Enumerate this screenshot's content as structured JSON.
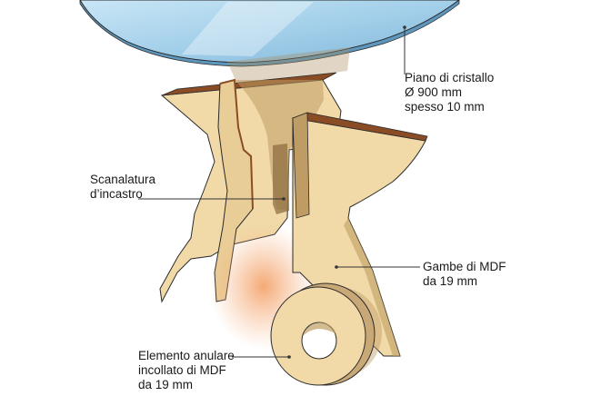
{
  "colors": {
    "background": "#ffffff",
    "glass": "#a9d4ec",
    "glass_edge": "#5e97bd",
    "mdf": "#f1d9a8",
    "mdf_shadow": "#bf9c63",
    "mdf_edge": "#8a4c24",
    "outline": "#2b2b2b",
    "glow": "#f6a068",
    "leader": "#333333"
  },
  "labels": {
    "glass_top": {
      "line1": "Piano di cristallo",
      "line2": "Ø 900 mm",
      "line3": "spesso 10 mm"
    },
    "slot": {
      "line1": "Scanalatura",
      "line2": "d’incastro"
    },
    "legs": {
      "line1": "Gambe di MDF",
      "line2": "da 19 mm"
    },
    "ring": {
      "line1": "Elemento anulare",
      "line2": "incollato di MDF",
      "line3": "da 19 mm"
    }
  }
}
